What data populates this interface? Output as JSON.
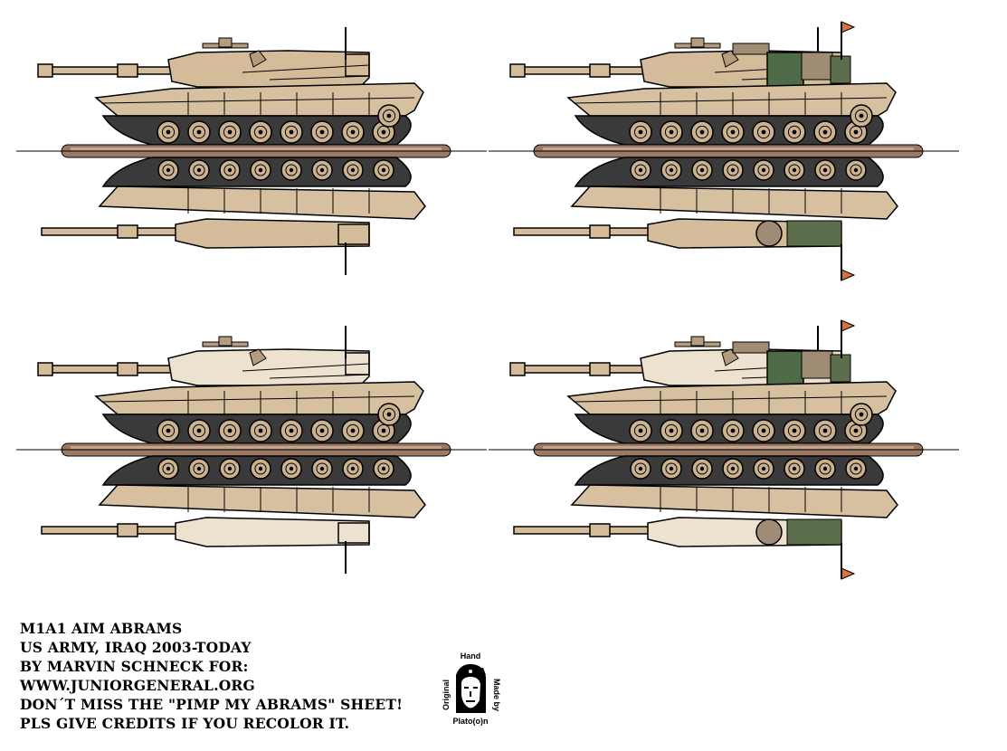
{
  "sheet": {
    "credits": [
      "M1A1 AIM ABRAMS",
      "US ARMY, IRAQ 2003-TODAY",
      "BY MARVIN SCHNECK FOR:",
      "WWW.JUNIORGENERAL.ORG",
      "DON´T MISS THE \"PIMP MY ABRAMS\" SHEET!",
      "PLS GIVE CREDITS IF YOU RECOLOR IT."
    ],
    "badge": {
      "top": "Hand",
      "left": "Original",
      "right": "Made by",
      "bottom": "Plato(o)n"
    }
  },
  "colors": {
    "hull": "#d7c0a0",
    "hull_shade": "#b49c7c",
    "turret": "#d4bc9a",
    "turret_light": "#ede2cf",
    "track": "#3a3a3a",
    "ground": "#9a7a64",
    "ground_light": "#c4a48c",
    "wheel": "#cbb290",
    "gear_green": "#4e6a46",
    "gear_olive": "#5c6e4c",
    "gear_box": "#a08c74",
    "marker": "#d87040",
    "outline": "#000000"
  },
  "tanks": [
    {
      "variant": "m1a1-aim-standard",
      "stowage": false
    },
    {
      "variant": "m1a1-aim-stowed",
      "stowage": true
    },
    {
      "variant": "m1a1-aim-standard-light-turret",
      "stowage": false
    },
    {
      "variant": "m1a1-aim-stowed-light-turret",
      "stowage": true
    }
  ]
}
